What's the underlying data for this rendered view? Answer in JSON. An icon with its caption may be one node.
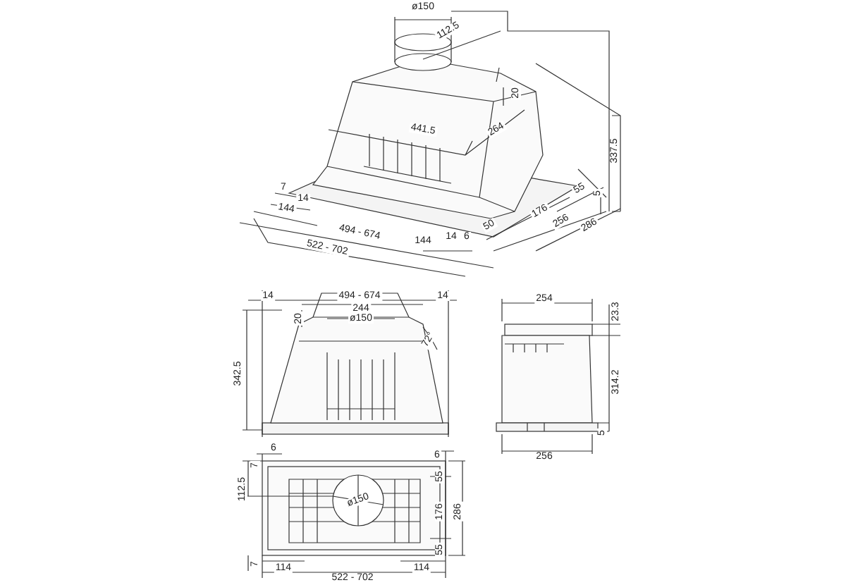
{
  "diagram": {
    "labels": [
      "ø150",
      "112.5",
      "20",
      "441.5",
      "264",
      "337.5",
      "7",
      "14",
      "144",
      "494 - 674",
      "522 - 702",
      "144",
      "14",
      "6",
      "50",
      "176",
      "256",
      "286",
      "55",
      "5",
      "14",
      "494 - 674",
      "14",
      "244",
      "20",
      "ø150",
      "72°",
      "342.5",
      "254",
      "23.3",
      "314.2",
      "5",
      "256",
      "6",
      "7",
      "112.5",
      "ø150",
      "6",
      "55",
      "176",
      "55",
      "286",
      "7",
      "114",
      "114",
      "522 - 702"
    ]
  }
}
